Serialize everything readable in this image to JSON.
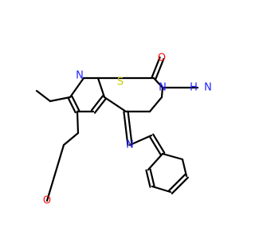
{
  "molecule": {
    "colors": {
      "bond": "#000000",
      "N": "#2020ff",
      "O": "#ff0d0d",
      "S": "#c8c800"
    },
    "atoms": {
      "oxo_o": "O",
      "amino_n": "N",
      "amino_h2": "H",
      "ring_n3": "N",
      "ring_n1": "N",
      "thio_s": "S",
      "pyridine_n": "N",
      "methoxy_o": "O"
    }
  }
}
